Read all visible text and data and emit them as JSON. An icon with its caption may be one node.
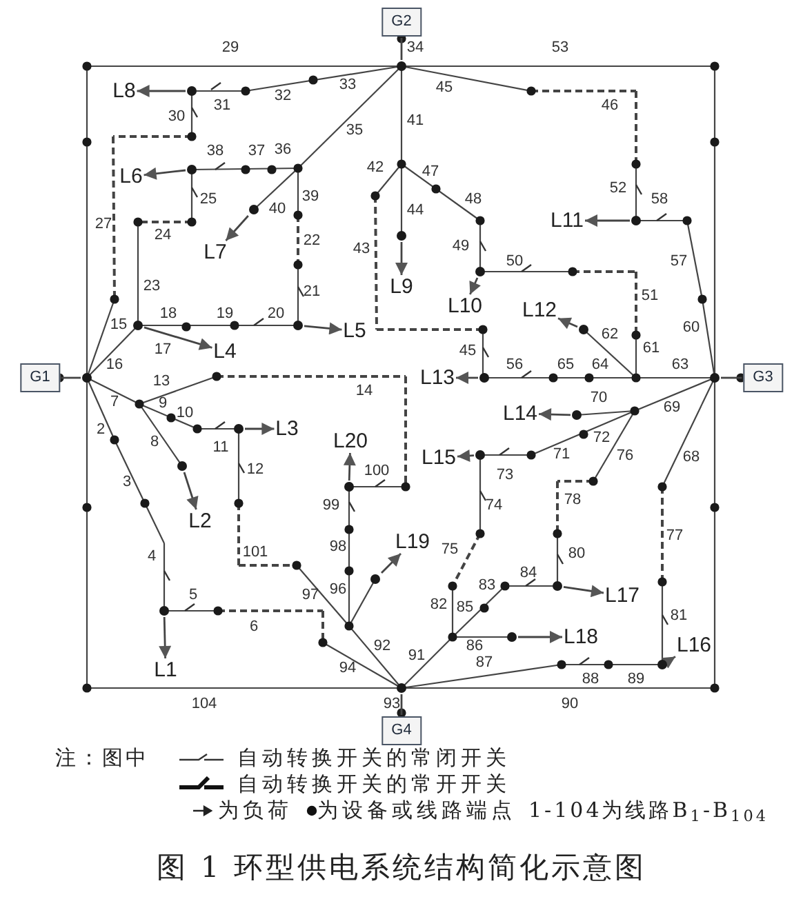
{
  "diagram": {
    "caption": "图 1 环型供电系统结构简化示意图",
    "nodes": [
      {
        "text": [
          "G2"
        ]
      },
      {
        "text": [
          "L8"
        ]
      },
      {
        "text": [
          "L6"
        ]
      },
      {
        "text": [
          "L11"
        ]
      },
      {
        "text": [
          "L7"
        ]
      },
      {
        "text": [
          "L9"
        ]
      },
      {
        "text": [
          "L10"
        ]
      },
      {
        "text": [
          "L12"
        ]
      },
      {
        "text": [
          "L5"
        ]
      },
      {
        "text": [
          "L4"
        ]
      },
      {
        "text": [
          "G1"
        ]
      },
      {
        "text": [
          "L13"
        ]
      },
      {
        "text": [
          "G3"
        ]
      },
      {
        "text": [
          "L14"
        ]
      },
      {
        "text": [
          "L3"
        ]
      },
      {
        "text": [
          "L20"
        ]
      },
      {
        "text": [
          "L15"
        ]
      },
      {
        "text": [
          "L2"
        ]
      },
      {
        "text": [
          "L19"
        ]
      },
      {
        "text": [
          "L17"
        ]
      },
      {
        "text": [
          "L1"
        ]
      },
      {
        "text": [
          "L18"
        ]
      },
      {
        "text": [
          "L16"
        ]
      },
      {
        "text": [
          "G4"
        ]
      },
      {
        "text": [],
        "shape": "circle"
      },
      {
        "text": [],
        "shape": "circle"
      },
      {
        "text": [],
        "shape": "circle"
      },
      {
        "text": [],
        "shape": "circle"
      },
      {
        "text": [],
        "shape": "circle"
      },
      {
        "text": [],
        "shape": "circle"
      },
      {
        "text": [],
        "shape": "circle"
      },
      {
        "text": [],
        "shape": "circle"
      },
      {
        "text": [],
        "shape": "circle"
      },
      {
        "text": [],
        "shape": "circle"
      },
      {
        "text": [],
        "shape": "circle"
      },
      {
        "text": [],
        "shape": "circle"
      },
      {
        "text": [],
        "shape": "circle"
      },
      {
        "text": [],
        "shape": "circle"
      },
      {
        "text": [],
        "shape": "circle"
      },
      {
        "text": [],
        "shape": "circle"
      },
      {
        "text": [],
        "shape": "circle"
      },
      {
        "text": [],
        "shape": "circle"
      },
      {
        "text": [],
        "shape": "circle"
      },
      {
        "text": [],
        "shape": "circle"
      },
      {
        "text": [],
        "shape": "circle"
      },
      {
        "text": [],
        "shape": "circle"
      },
      {
        "text": [],
        "shape": "circle"
      },
      {
        "text": [],
        "shape": "circle"
      }
    ],
    "edges": [
      {
        "from": 0,
        "to": 24,
        "arrow": "none"
      },
      {
        "from": 25,
        "to": 1,
        "arrow": "to"
      },
      {
        "from": 26,
        "to": 2,
        "arrow": "to"
      },
      {
        "from": 28,
        "to": 3,
        "arrow": "to"
      },
      {
        "from": 27,
        "to": 4,
        "arrow": "to"
      },
      {
        "from": 29,
        "to": 5,
        "arrow": "to"
      },
      {
        "from": 30,
        "to": 6,
        "arrow": "to"
      },
      {
        "from": 33,
        "to": 7,
        "arrow": "to"
      },
      {
        "from": 32,
        "to": 8,
        "arrow": "to"
      },
      {
        "from": 31,
        "to": 9,
        "arrow": "to"
      },
      {
        "from": 10,
        "to": 34,
        "arrow": "none"
      },
      {
        "from": 35,
        "to": 11,
        "arrow": "to"
      },
      {
        "from": 12,
        "to": 36,
        "arrow": "none"
      },
      {
        "from": 37,
        "to": 13,
        "arrow": "to"
      },
      {
        "from": 38,
        "to": 14,
        "arrow": "to"
      },
      {
        "from": 41,
        "to": 15,
        "arrow": "to"
      },
      {
        "from": 39,
        "to": 16,
        "arrow": "to"
      },
      {
        "from": 40,
        "to": 17,
        "arrow": "to"
      },
      {
        "from": 42,
        "to": 18,
        "arrow": "to"
      },
      {
        "from": 43,
        "to": 19,
        "arrow": "to"
      },
      {
        "from": 44,
        "to": 20,
        "arrow": "to"
      },
      {
        "from": 45,
        "to": 21,
        "arrow": "to"
      },
      {
        "from": 46,
        "to": 22,
        "arrow": "to"
      },
      {
        "from": 23,
        "to": 47,
        "arrow": "none"
      }
    ],
    "labels": [
      "29",
      "34",
      "53",
      "33",
      "45",
      "32",
      "31",
      "46",
      "30",
      "41",
      "35",
      "36",
      "38",
      "37",
      "42",
      "47",
      "52",
      "39",
      "25",
      "48",
      "58",
      "40",
      "44",
      "27",
      "24",
      "22",
      "49",
      "43",
      "50",
      "57",
      "23",
      "21",
      "51",
      "18",
      "19",
      "20",
      "60",
      "15",
      "62",
      "17",
      "61",
      "45",
      "16",
      "63",
      "56",
      "65",
      "64",
      "13",
      "14",
      "7",
      "70",
      "9",
      "69",
      "10",
      "2",
      "72",
      "8",
      "11",
      "71",
      "76",
      "68",
      "12",
      "100",
      "73",
      "3",
      "78",
      "99",
      "74",
      "77",
      "98",
      "75",
      "101",
      "80",
      "4",
      "84",
      "83",
      "96",
      "97",
      "5",
      "82",
      "85",
      "81",
      "6",
      "92",
      "86",
      "91",
      "94",
      "87",
      "88",
      "89",
      "104",
      "93",
      "90",
      "注：图中",
      "1-104为线路B$_{1}$-B$_{104}$"
    ],
    "legend": [
      {
        "text": "自动转换开关的常闭开关"
      },
      {
        "text": "自动转换开关的常开开关"
      },
      {
        "text": "为负荷"
      },
      {
        "text": "为设备或线路端点"
      }
    ]
  }
}
